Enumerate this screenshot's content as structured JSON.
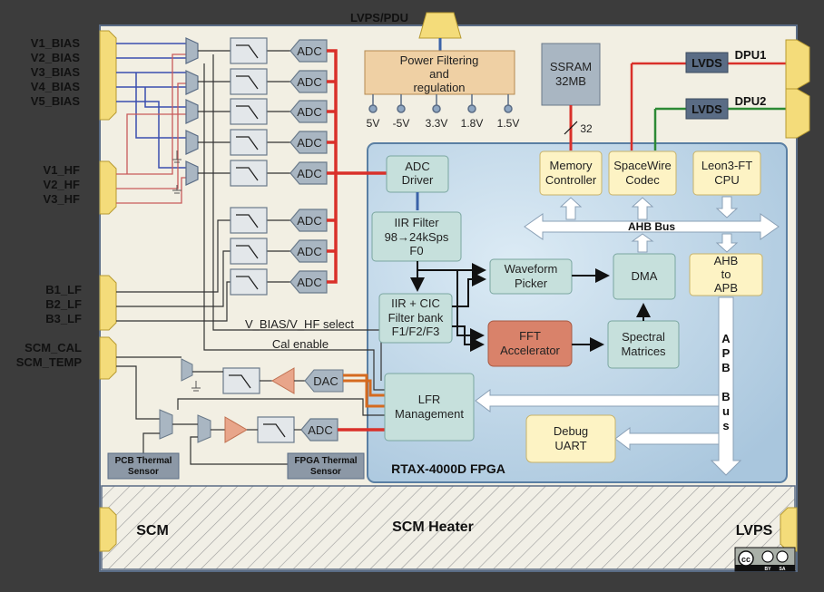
{
  "top": {
    "lvps_pdu": "LVPS/PDU"
  },
  "power": {
    "lines": [
      "Power Filtering",
      "and",
      "regulation"
    ],
    "rails": [
      "5V",
      "-5V",
      "3.3V",
      "1.8V",
      "1.5V"
    ]
  },
  "sram": {
    "lines": [
      "SSRAM",
      "32MB"
    ],
    "bus_width": "32"
  },
  "outputs": {
    "dpu1": "DPU1",
    "dpu2": "DPU2",
    "lvds1": "LVDS",
    "lvds2": "LVDS"
  },
  "inputs": {
    "bias": [
      "V1_BIAS",
      "V2_BIAS",
      "V3_BIAS",
      "V4_BIAS",
      "V5_BIAS"
    ],
    "hf": [
      "V1_HF",
      "V2_HF",
      "V3_HF"
    ],
    "lf": [
      "B1_LF",
      "B2_LF",
      "B3_LF"
    ],
    "scm": [
      "SCM_CAL",
      "SCM_TEMP"
    ]
  },
  "adc_label": "ADC",
  "dac_label": "DAC",
  "signals": {
    "select": "V_BIAS/V_HF select",
    "cal_enable": "Cal enable"
  },
  "sensors": {
    "pcb": [
      "PCB Thermal",
      "Sensor"
    ],
    "fpga": [
      "FPGA Thermal",
      "Sensor"
    ]
  },
  "fpga": {
    "title": "RTAX-4000D FPGA",
    "adc_driver": [
      "ADC",
      "Driver"
    ],
    "iir": [
      "IIR Filter",
      "98→24kSps",
      "F0"
    ],
    "cic": [
      "IIR + CIC",
      "Filter bank",
      "F1/F2/F3"
    ],
    "waveform": [
      "Waveform",
      "Picker"
    ],
    "fft": [
      "FFT",
      "Accelerator"
    ],
    "dma": "DMA",
    "spectral": [
      "Spectral",
      "Matrices"
    ],
    "memctrl": [
      "Memory",
      "Controller"
    ],
    "spacewire": [
      "SpaceWire",
      "Codec"
    ],
    "leon": [
      "Leon3-FT",
      "CPU"
    ],
    "ahb_bus": "AHB Bus",
    "ahb_apb": [
      "AHB",
      "to",
      "APB"
    ],
    "apb_bus": [
      "A",
      "P",
      "B",
      "B",
      "u",
      "s"
    ],
    "lfr": [
      "LFR",
      "Management"
    ],
    "debug": [
      "Debug",
      "UART"
    ]
  },
  "bottom": {
    "scm": "SCM",
    "heater": "SCM Heater",
    "lvps": "LVPS"
  },
  "license": {
    "cc": "cc",
    "by": "BY",
    "sa": "SA"
  },
  "colors": {
    "board": "#f2efe3",
    "fpga_fill": "#b9d3e6",
    "block_teal": "#c6e0dc",
    "block_yellow": "#fdf3c4",
    "fft_orange": "#d9826a",
    "power_fill": "#efd0a4",
    "connector": "#f4dc7a",
    "adc_grey": "#a9b6c2",
    "red_bus": "#d9302a",
    "orange_bus": "#d56a1f",
    "green_line": "#2d8a35"
  }
}
